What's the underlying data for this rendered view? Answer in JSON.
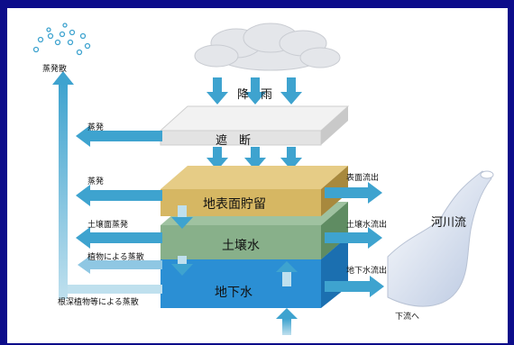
{
  "labels": {
    "evaporation_top": "蒸発散",
    "rain": "降　雨",
    "interception": "遮　断",
    "evap_1": "蒸発",
    "evap_2": "蒸発",
    "surface_storage": "地表面貯留",
    "surface_runoff": "表面流出",
    "soil_evap": "土壌面蒸発",
    "soil_water": "土壌水",
    "soil_water_runoff": "土壌水流出",
    "plant_transpiration": "植物による蒸散",
    "river_flow": "河川流",
    "groundwater_runoff": "地下水流出",
    "groundwater": "地下水",
    "deep_root": "根深植物等による蒸散",
    "downstream": "下流へ"
  },
  "colors": {
    "background": "#0c0c8a",
    "arrow": "#3ea3cf",
    "interception_layer": "#e6e6e6",
    "surface_layer": "#d6b763",
    "soil_layer": "#88b08a",
    "groundwater_layer": "#2b8fd4"
  }
}
